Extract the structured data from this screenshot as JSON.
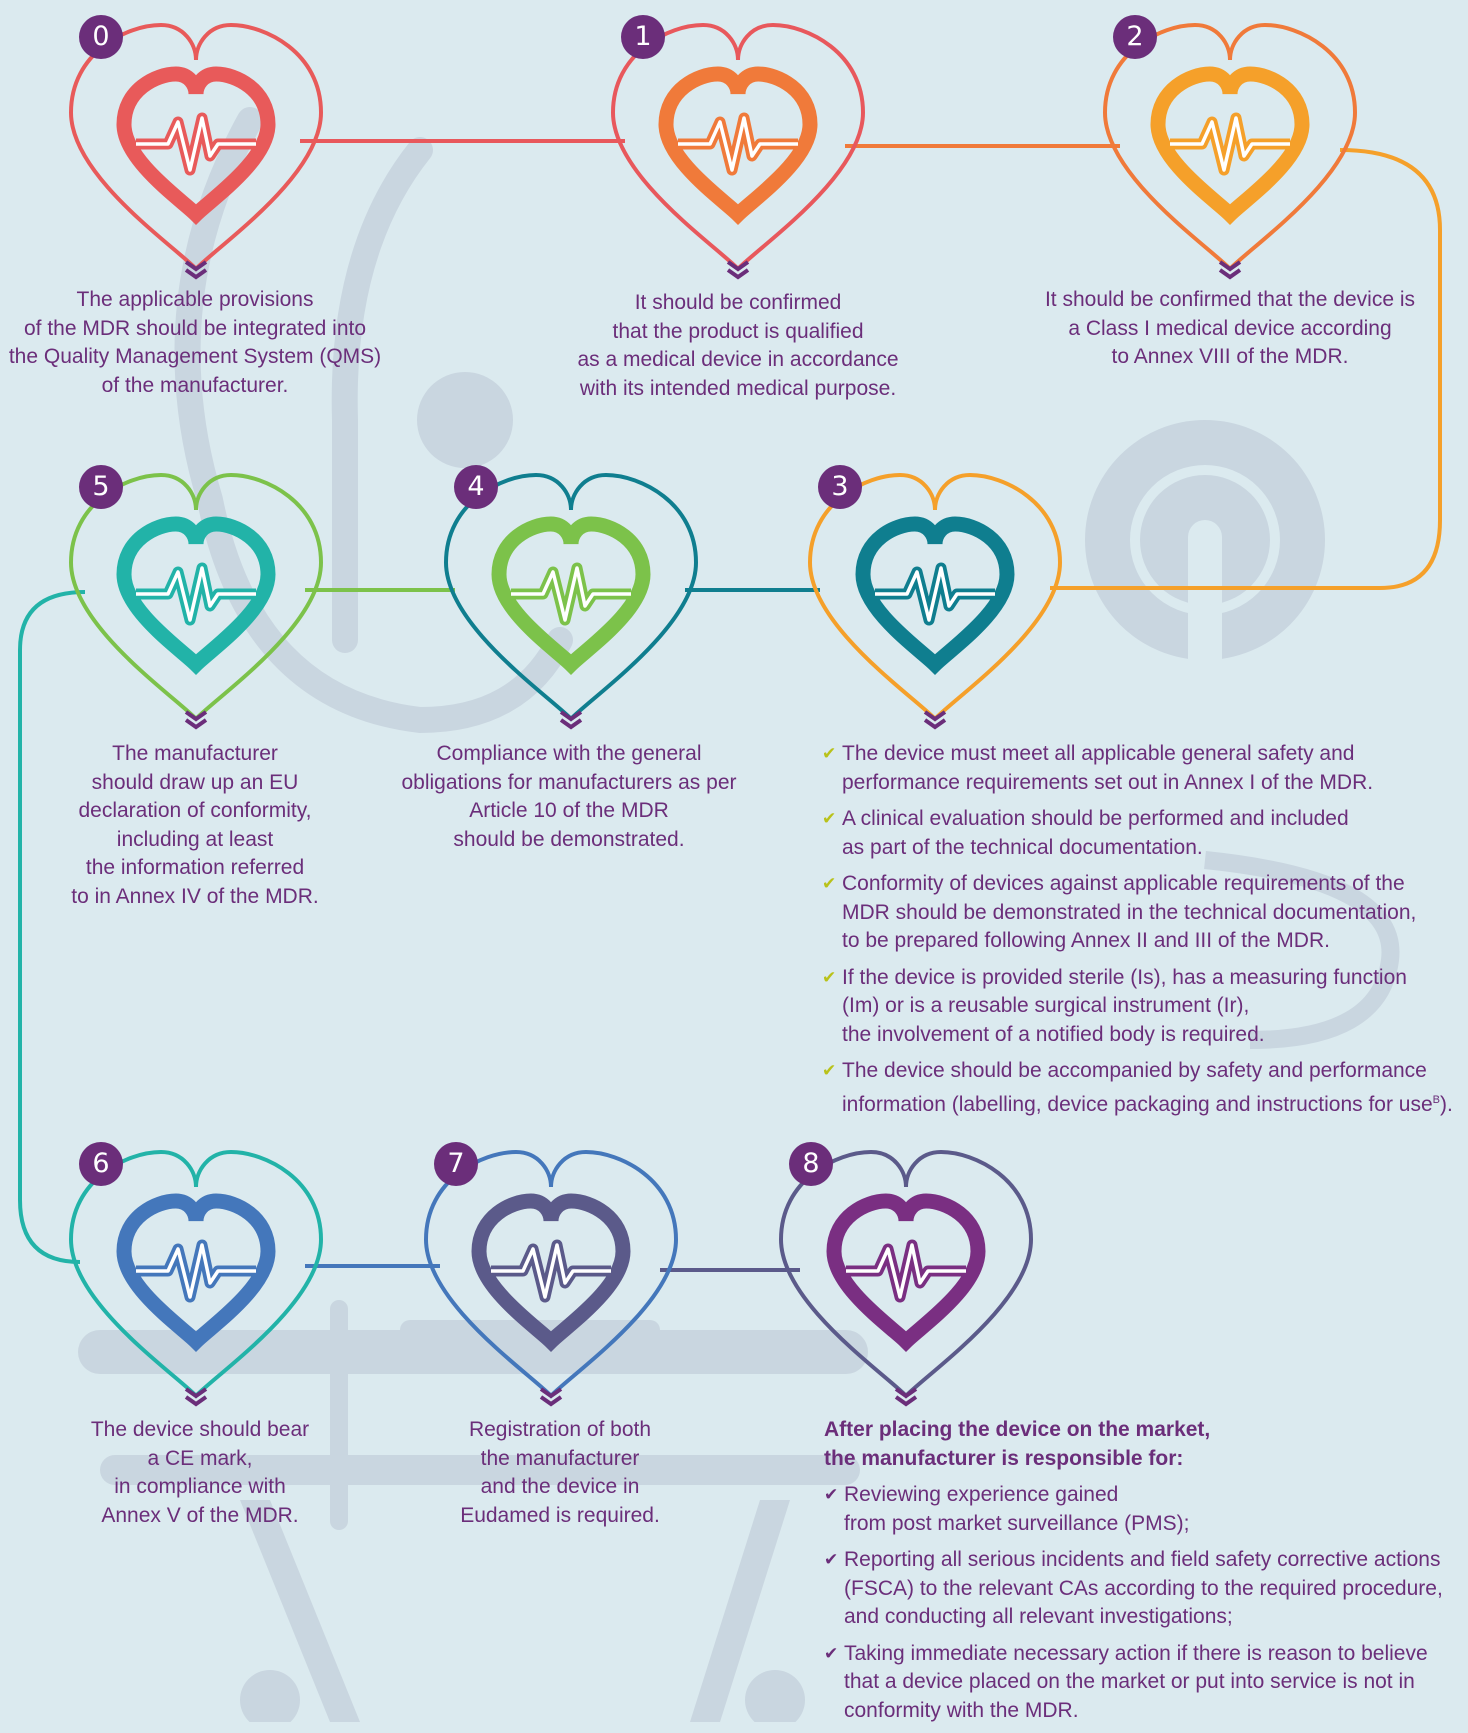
{
  "steps": [
    {
      "num": "0",
      "text_lines": [
        "The applicable provisions",
        "of the MDR should be integrated into",
        "the Quality Management System (QMS)",
        "of the manufacturer."
      ],
      "outer": "#e85a5a",
      "inner": "#e85a5a"
    },
    {
      "num": "1",
      "text_lines": [
        "It should be confirmed",
        "that the product is qualified",
        "as a medical device in accordance",
        "with its intended medical purpose."
      ],
      "outer": "#e8585c",
      "inner": "#f07a3a"
    },
    {
      "num": "2",
      "text_lines": [
        "It should be confirmed that the device is",
        "a Class I medical device according",
        "to Annex VIII of the MDR."
      ],
      "outer": "#f07a3a",
      "inner": "#f5a02a"
    },
    {
      "num": "3",
      "outer": "#f5a02a",
      "inner": "#0f7e8f"
    },
    {
      "num": "4",
      "text_lines": [
        "Compliance with the general",
        "obligations for manufacturers as per",
        "Article 10 of the MDR",
        "should be demonstrated."
      ],
      "outer": "#0f7e8f",
      "inner": "#7cc24a"
    },
    {
      "num": "5",
      "text_lines": [
        "The manufacturer",
        "should draw up an EU",
        "declaration of conformity,",
        "including at least",
        "the information referred",
        "to in Annex IV of the MDR."
      ],
      "outer": "#7cc24a",
      "inner": "#22b3a8"
    },
    {
      "num": "6",
      "text_lines": [
        "The device should bear",
        "a CE mark,",
        "in compliance with",
        "Annex V of the MDR."
      ],
      "outer": "#22b3a8",
      "inner": "#4477bb"
    },
    {
      "num": "7",
      "text_lines": [
        "Registration of both",
        "the manufacturer",
        "and the device in",
        "Eudamed is required."
      ],
      "outer": "#4477bb",
      "inner": "#5b5a8a"
    },
    {
      "num": "8",
      "outer": "#5b5a8a",
      "inner": "#7a2f82"
    }
  ],
  "step3_bullets": [
    {
      "lines": [
        "The device must meet all applicable general safety and",
        "performance requirements set out in Annex I of the MDR."
      ]
    },
    {
      "lines": [
        "A clinical evaluation should be performed and included",
        "as part of the technical documentation."
      ]
    },
    {
      "lines": [
        "Conformity of devices against applicable requirements of the",
        "MDR should be demonstrated in the technical documentation,",
        "to be prepared following Annex II and III of the MDR."
      ]
    },
    {
      "lines": [
        "If the device is provided sterile (Is), has a measuring function",
        "(Im) or is a reusable surgical instrument (Ir),",
        "the involvement of a notified body is required."
      ]
    },
    {
      "lines": [
        "The device should be accompanied by safety and performance",
        "information (labelling, device packaging and instructions for use"
      ],
      "sup": "B",
      "tail": ")."
    }
  ],
  "step8": {
    "heading_lines": [
      "After placing the device on the market,",
      "the manufacturer is responsible for:"
    ],
    "bullets": [
      {
        "lines": [
          "Reviewing experience gained",
          "from post market surveillance (PMS);"
        ]
      },
      {
        "lines": [
          "Reporting all serious incidents and field safety corrective actions",
          "(FSCA) to the relevant CAs according to the required procedure,",
          "and conducting all relevant investigations;"
        ]
      },
      {
        "lines": [
          "Taking immediate necessary action if there is reason to believe",
          "that a device placed on the market or put into service is not in",
          "conformity with the MDR."
        ]
      }
    ]
  },
  "colors": {
    "background": "#dbeaef",
    "badge": "#6b2e7a",
    "text": "#6b2e7a",
    "tick_green": "#b9c21a",
    "watermark": "#c9d6e0"
  },
  "icons": [
    "heart-icon",
    "heartbeat-pulse-icon",
    "chevron-down-double-icon",
    "check-icon",
    "stethoscope-watermark",
    "hospital-bed-watermark"
  ]
}
